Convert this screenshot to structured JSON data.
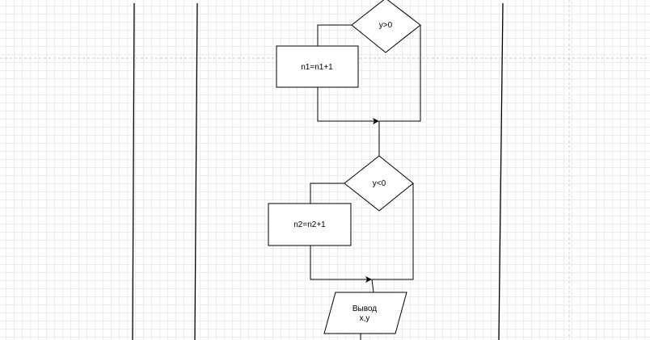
{
  "diagram": {
    "nodes": {
      "cond_y_gt_0": {
        "label": "y>0",
        "shape": "diamond"
      },
      "inc_n1": {
        "label": "n1=n1+1",
        "shape": "rectangle"
      },
      "cond_y_lt_0": {
        "label": "y<0",
        "shape": "diamond"
      },
      "inc_n2": {
        "label": "n2=n2+1",
        "shape": "rectangle"
      },
      "output": {
        "label_line1": "Вывод",
        "label_line2": "x,y",
        "shape": "parallelogram"
      }
    },
    "edges": [
      {
        "from": "cond_y_gt_0",
        "to": "inc_n1",
        "branch": "left"
      },
      {
        "from": "inc_n1",
        "to": "merge_1",
        "arrow": true
      },
      {
        "from": "cond_y_gt_0",
        "to": "merge_1",
        "branch": "right"
      },
      {
        "from": "merge_1",
        "to": "cond_y_lt_0"
      },
      {
        "from": "cond_y_lt_0",
        "to": "inc_n2",
        "branch": "left"
      },
      {
        "from": "inc_n2",
        "to": "merge_2",
        "arrow": true
      },
      {
        "from": "cond_y_lt_0",
        "to": "merge_2",
        "branch": "right"
      },
      {
        "from": "merge_2",
        "to": "output"
      }
    ],
    "colors": {
      "stroke": "#000000",
      "fill": "#ffffff",
      "grid": "#ececec",
      "page_break": "#c8c8c8"
    }
  }
}
